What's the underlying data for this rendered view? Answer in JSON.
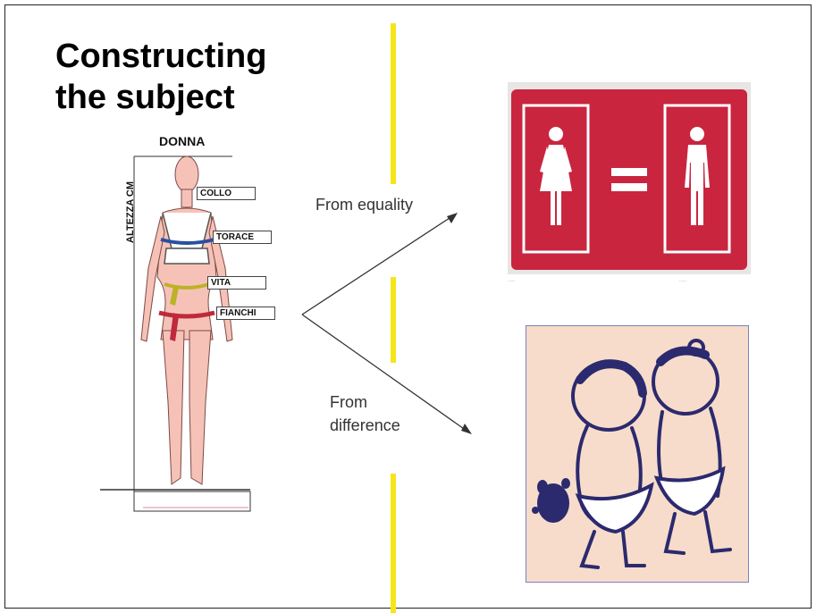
{
  "slide": {
    "title_line1": "Constructing",
    "title_line2": "the subject"
  },
  "figure": {
    "title": "DONNA",
    "height_label": "ALTEZZA CM",
    "tags": [
      "COLLO",
      "TORACE",
      "VITA",
      "FIANCHI"
    ]
  },
  "arrows": {
    "equality_label": "From equality",
    "difference_label_line1": "From",
    "difference_label_line2": "difference"
  },
  "colors": {
    "divider": "#f5e61a",
    "sign_red": "#c9253f",
    "babies_bg": "#f7dccb",
    "babies_ink": "#2b2a6e"
  }
}
